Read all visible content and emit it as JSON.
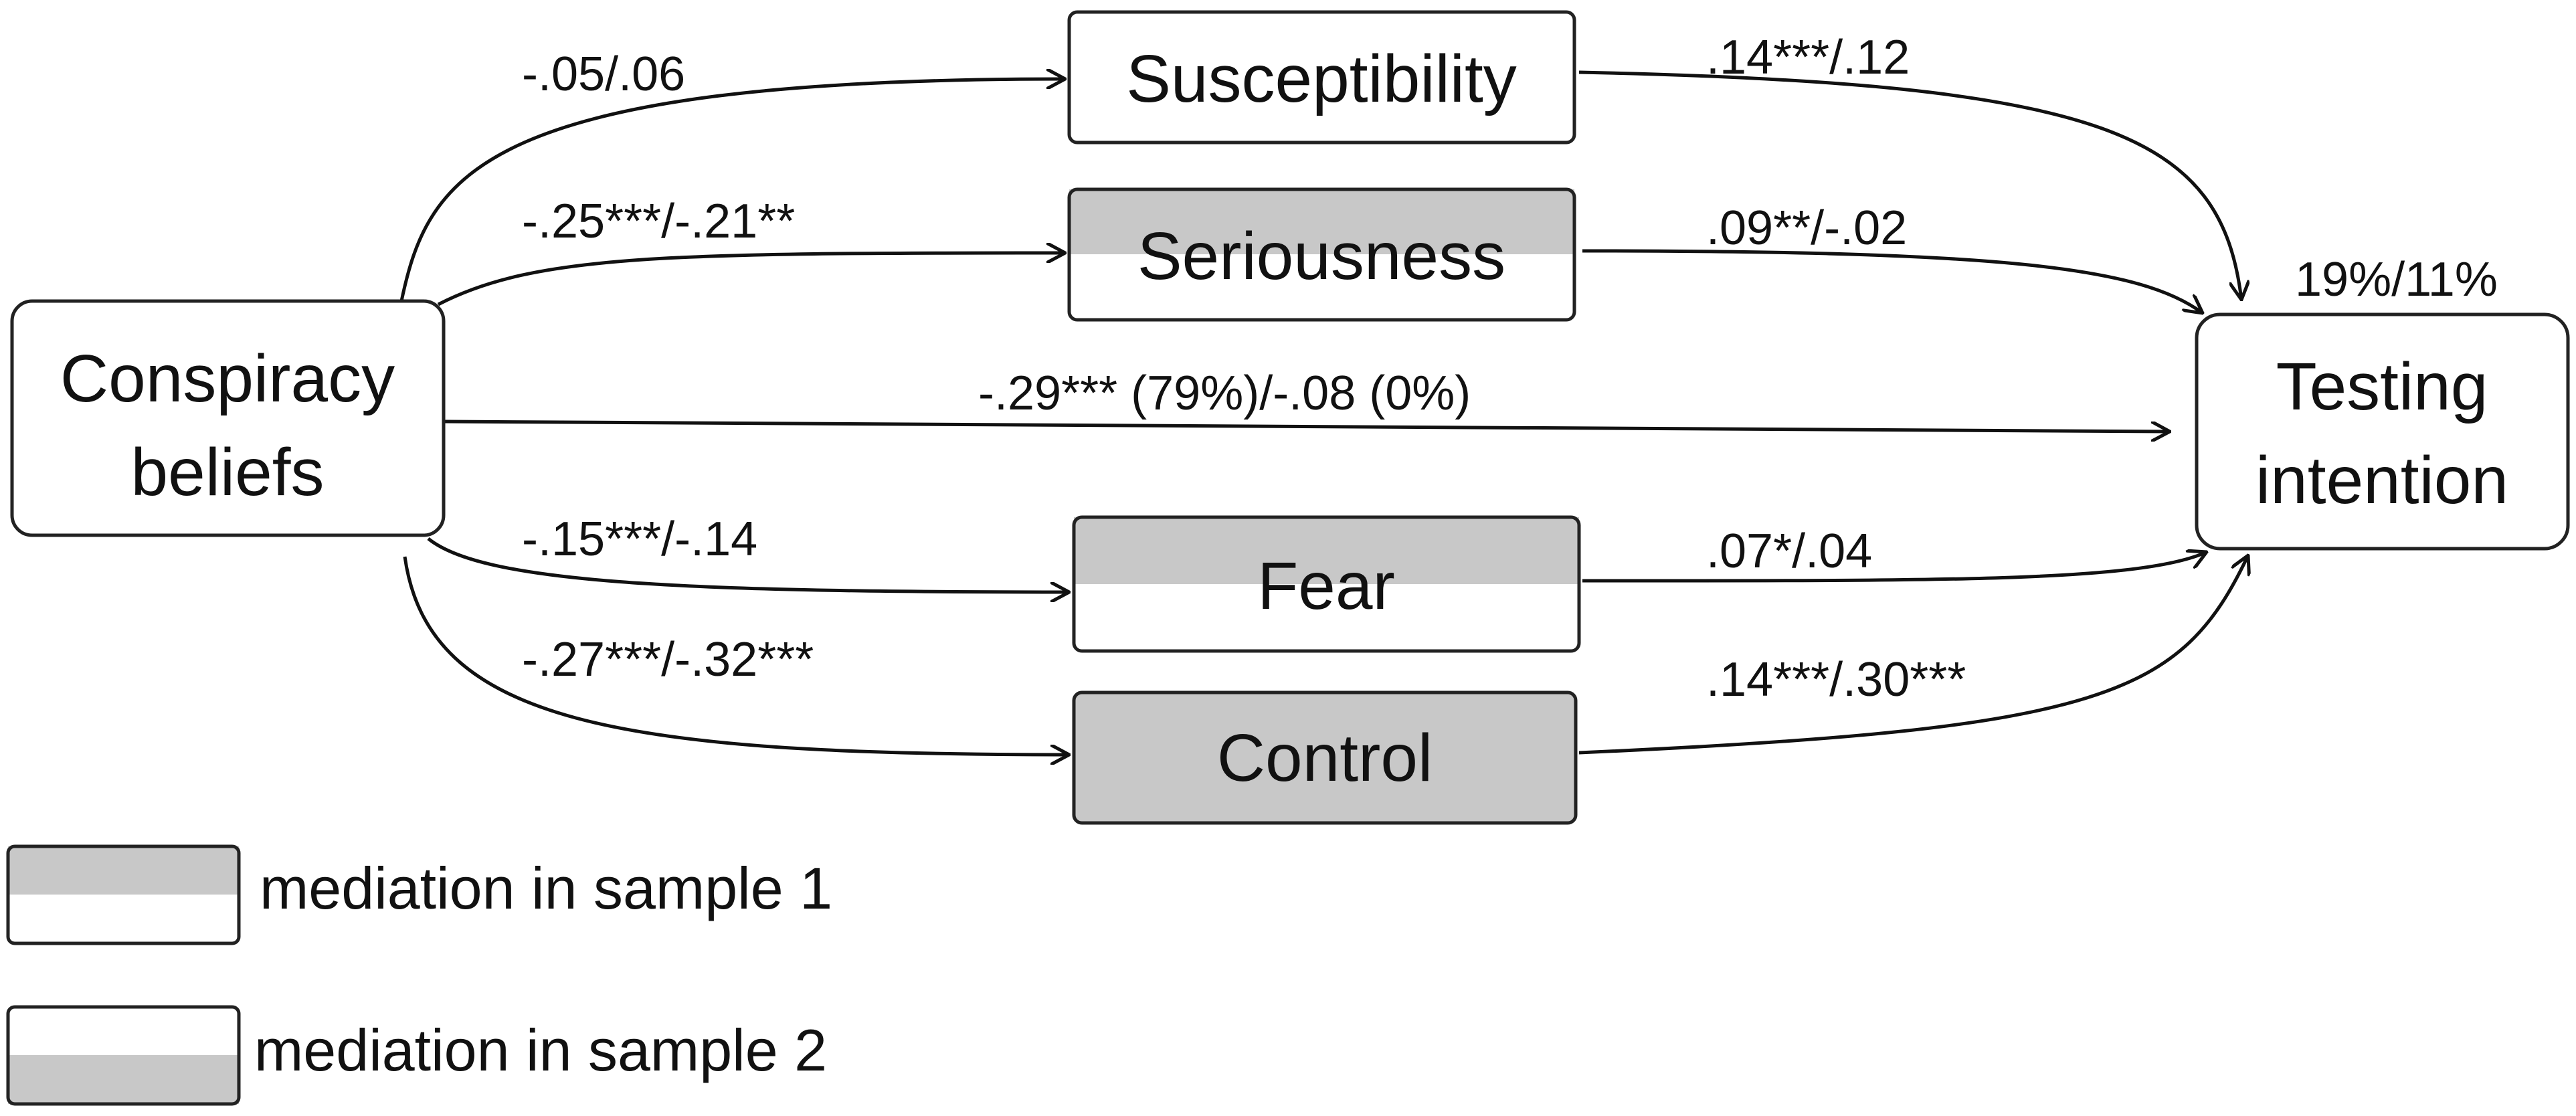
{
  "colors": {
    "fill_mediation": "#c8c8c8",
    "fill_none": "#ffffff",
    "stroke": "#222222",
    "text": "#111111"
  },
  "nodes": {
    "predictor": {
      "lines": [
        "Conspiracy",
        "beliefs"
      ],
      "sample1": false,
      "sample2": false
    },
    "susceptibility": {
      "label": "Susceptibility",
      "sample1": false,
      "sample2": false
    },
    "seriousness": {
      "label": "Seriousness",
      "sample1": true,
      "sample2": false
    },
    "fear": {
      "label": "Fear",
      "sample1": true,
      "sample2": false
    },
    "control": {
      "label": "Control",
      "sample1": true,
      "sample2": true
    },
    "outcome": {
      "lines": [
        "Testing",
        "intention"
      ],
      "sample1": false,
      "sample2": false
    }
  },
  "paths": {
    "a_susceptibility": "-.05/.06",
    "a_seriousness": "-.25***/-.21**",
    "direct": "-.29*** (79%)/-.08 (0%)",
    "a_fear": "-.15***/-.14",
    "a_control": "-.27***/-.32***",
    "b_susceptibility": ".14***/.12",
    "b_seriousness": ".09**/-.02",
    "b_fear": ".07*/.04",
    "b_control": ".14***/.30***"
  },
  "outcome_r2": "19%/11%",
  "legend": {
    "sample1": "mediation in sample 1",
    "sample2": "mediation in sample 2"
  }
}
